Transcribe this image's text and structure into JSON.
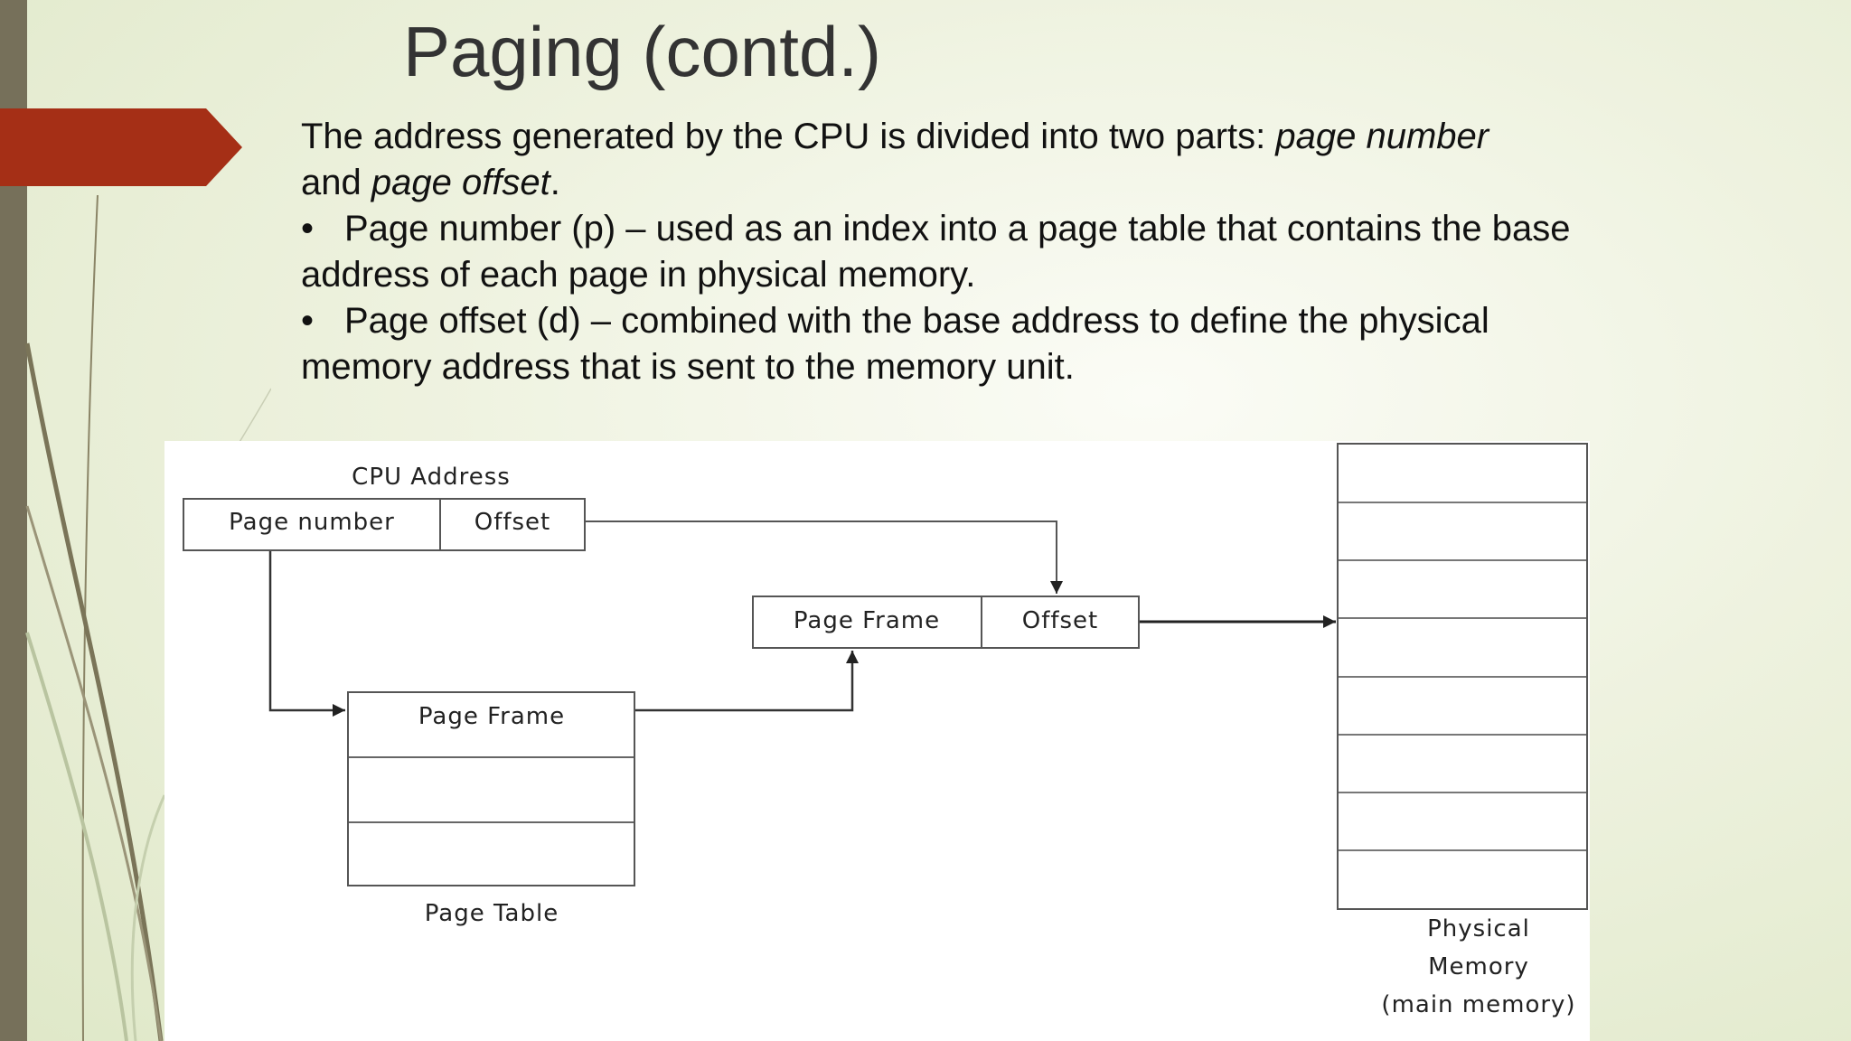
{
  "slide": {
    "title": "Paging (contd.)",
    "body": {
      "intro_1": "The address generated by the CPU is divided into two parts: ",
      "intro_1_em": "page number",
      "intro_2": "and ",
      "intro_2_em": "page offset",
      "intro_2_end": ".",
      "bullet_char": "•",
      "bullet1_line1": "Page number (p) – used as an index into a page table that contains the base",
      "bullet1_line2": "address of each page in physical memory.",
      "bullet2_line1": "Page offset (d) – combined with the base address to define the physical",
      "bullet2_line2": "memory address that is sent to the memory unit."
    },
    "colors": {
      "accent_arrow": "#a52f16",
      "left_bar": "#76705a",
      "title": "#333333"
    }
  },
  "diagram": {
    "cpu_address_label": "CPU Address",
    "cpu_page_number": "Page number",
    "cpu_offset": "Offset",
    "phys_page_frame": "Page Frame",
    "phys_offset": "Offset",
    "page_table_entry": "Page Frame",
    "page_table_label": "Page Table",
    "memory_label_1": "Physical",
    "memory_label_2": "Memory",
    "memory_label_3": "(main memory)",
    "memory_rows": 8,
    "page_table_rows": 3
  }
}
